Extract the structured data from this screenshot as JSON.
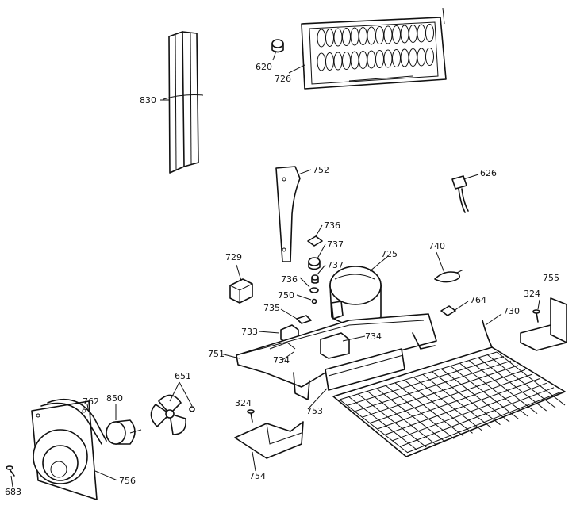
{
  "diagram": {
    "part_labels": {
      "p830": "830",
      "p620": "620",
      "p726": "726",
      "p752": "752",
      "p626": "626",
      "p736a": "736",
      "p737a": "737",
      "p737b": "737",
      "p729": "729",
      "p736b": "736",
      "p725": "725",
      "p740": "740",
      "p750": "750",
      "p755": "755",
      "p324a": "324",
      "p735": "735",
      "p764": "764",
      "p730": "730",
      "p733": "733",
      "p734a": "734",
      "p751": "751",
      "p734b": "734",
      "p651": "651",
      "p762": "762",
      "p850": "850",
      "p324b": "324",
      "p753": "753",
      "p756": "756",
      "p754": "754",
      "p683": "683"
    }
  }
}
